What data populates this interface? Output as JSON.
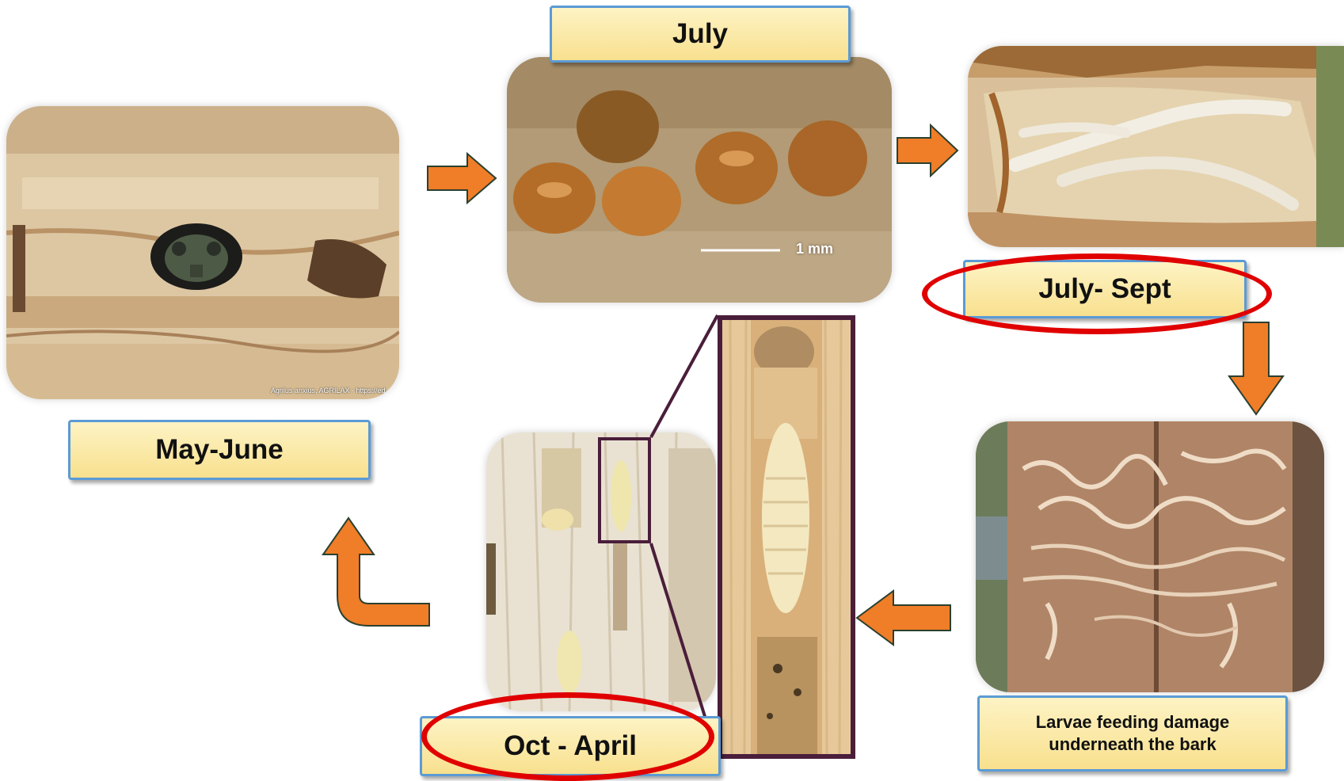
{
  "stages": {
    "may_june": {
      "label": "May-June",
      "credit": "Agrilus anxius, AGRILAX - https://ed..."
    },
    "july": {
      "label": "July",
      "scale": "1 mm"
    },
    "july_sept": {
      "label": "July- Sept"
    },
    "larvae_damage": {
      "label": "Larvae feeding damage underneath the bark"
    },
    "oct_april": {
      "label": "Oct - April"
    }
  },
  "colors": {
    "arrow": "#f07d27",
    "arrow_outline": "#2a4030",
    "label_border": "#5b9bd5",
    "highlight_ring": "#e00000",
    "zoom_frame": "#4a1e3a"
  },
  "icons": [
    "beetle-emerging-photo",
    "eggs-photo",
    "young-larvae-photo",
    "galleries-photo",
    "prepupa-photo"
  ]
}
